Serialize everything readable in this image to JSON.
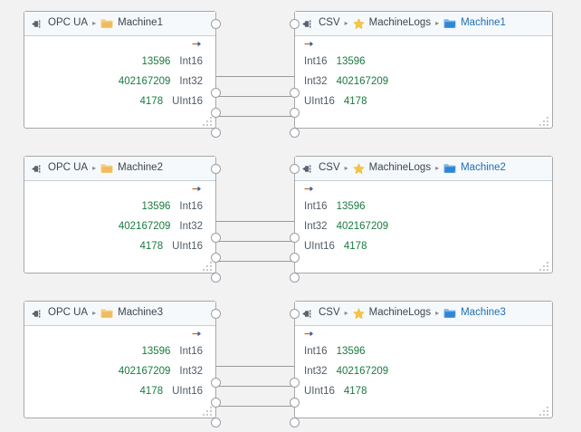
{
  "canvas": {
    "background": "#f2f2f2",
    "accent_green": "#1a7a3f",
    "accent_blue": "#1e6fb8",
    "accent_orange": "#c06a26",
    "node_border": "#a8a8a8",
    "header_bg": "#f6f9fb"
  },
  "row_types": [
    "Int16",
    "Int32",
    "UInt16"
  ],
  "row_values": [
    "13596",
    "402167209",
    "4178"
  ],
  "pairs": [
    {
      "source": {
        "protocol": "OPC UA",
        "folder": "Machine1",
        "protocol_icon": "plug-icon",
        "folder_icon": "folder-yellow-icon",
        "direction_icon": "arrow-right-icon",
        "rows": [
          {
            "value": "13596",
            "type": "Int16"
          },
          {
            "value": "402167209",
            "type": "Int32"
          },
          {
            "value": "4178",
            "type": "UInt16"
          }
        ]
      },
      "destination": {
        "protocol": "CSV",
        "dataset": "MachineLogs",
        "folder": "Machine1",
        "protocol_icon": "plug-icon",
        "dataset_icon": "star-icon",
        "folder_icon": "folder-blue-icon",
        "direction_icon": "arrow-right-icon",
        "rows": [
          {
            "type": "Int16",
            "value": "13596"
          },
          {
            "type": "Int32",
            "value": "402167209"
          },
          {
            "type": "UInt16",
            "value": "4178"
          }
        ]
      }
    },
    {
      "source": {
        "protocol": "OPC UA",
        "folder": "Machine2",
        "protocol_icon": "plug-icon",
        "folder_icon": "folder-yellow-icon",
        "direction_icon": "arrow-right-icon",
        "rows": [
          {
            "value": "13596",
            "type": "Int16"
          },
          {
            "value": "402167209",
            "type": "Int32"
          },
          {
            "value": "4178",
            "type": "UInt16"
          }
        ]
      },
      "destination": {
        "protocol": "CSV",
        "dataset": "MachineLogs",
        "folder": "Machine2",
        "protocol_icon": "plug-icon",
        "dataset_icon": "star-icon",
        "folder_icon": "folder-blue-icon",
        "direction_icon": "arrow-right-icon",
        "rows": [
          {
            "type": "Int16",
            "value": "13596"
          },
          {
            "type": "Int32",
            "value": "402167209"
          },
          {
            "type": "UInt16",
            "value": "4178"
          }
        ]
      }
    },
    {
      "source": {
        "protocol": "OPC UA",
        "folder": "Machine3",
        "protocol_icon": "plug-icon",
        "folder_icon": "folder-yellow-icon",
        "direction_icon": "arrow-right-icon",
        "rows": [
          {
            "value": "13596",
            "type": "Int16"
          },
          {
            "value": "402167209",
            "type": "Int32"
          },
          {
            "value": "4178",
            "type": "UInt16"
          }
        ]
      },
      "destination": {
        "protocol": "CSV",
        "dataset": "MachineLogs",
        "folder": "Machine3",
        "protocol_icon": "plug-icon",
        "dataset_icon": "star-icon",
        "folder_icon": "folder-blue-icon",
        "direction_icon": "arrow-right-icon",
        "rows": [
          {
            "type": "Int16",
            "value": "13596"
          },
          {
            "type": "Int32",
            "value": "402167209"
          },
          {
            "type": "UInt16",
            "value": "4178"
          }
        ]
      }
    }
  ],
  "separator_glyph": "▸"
}
